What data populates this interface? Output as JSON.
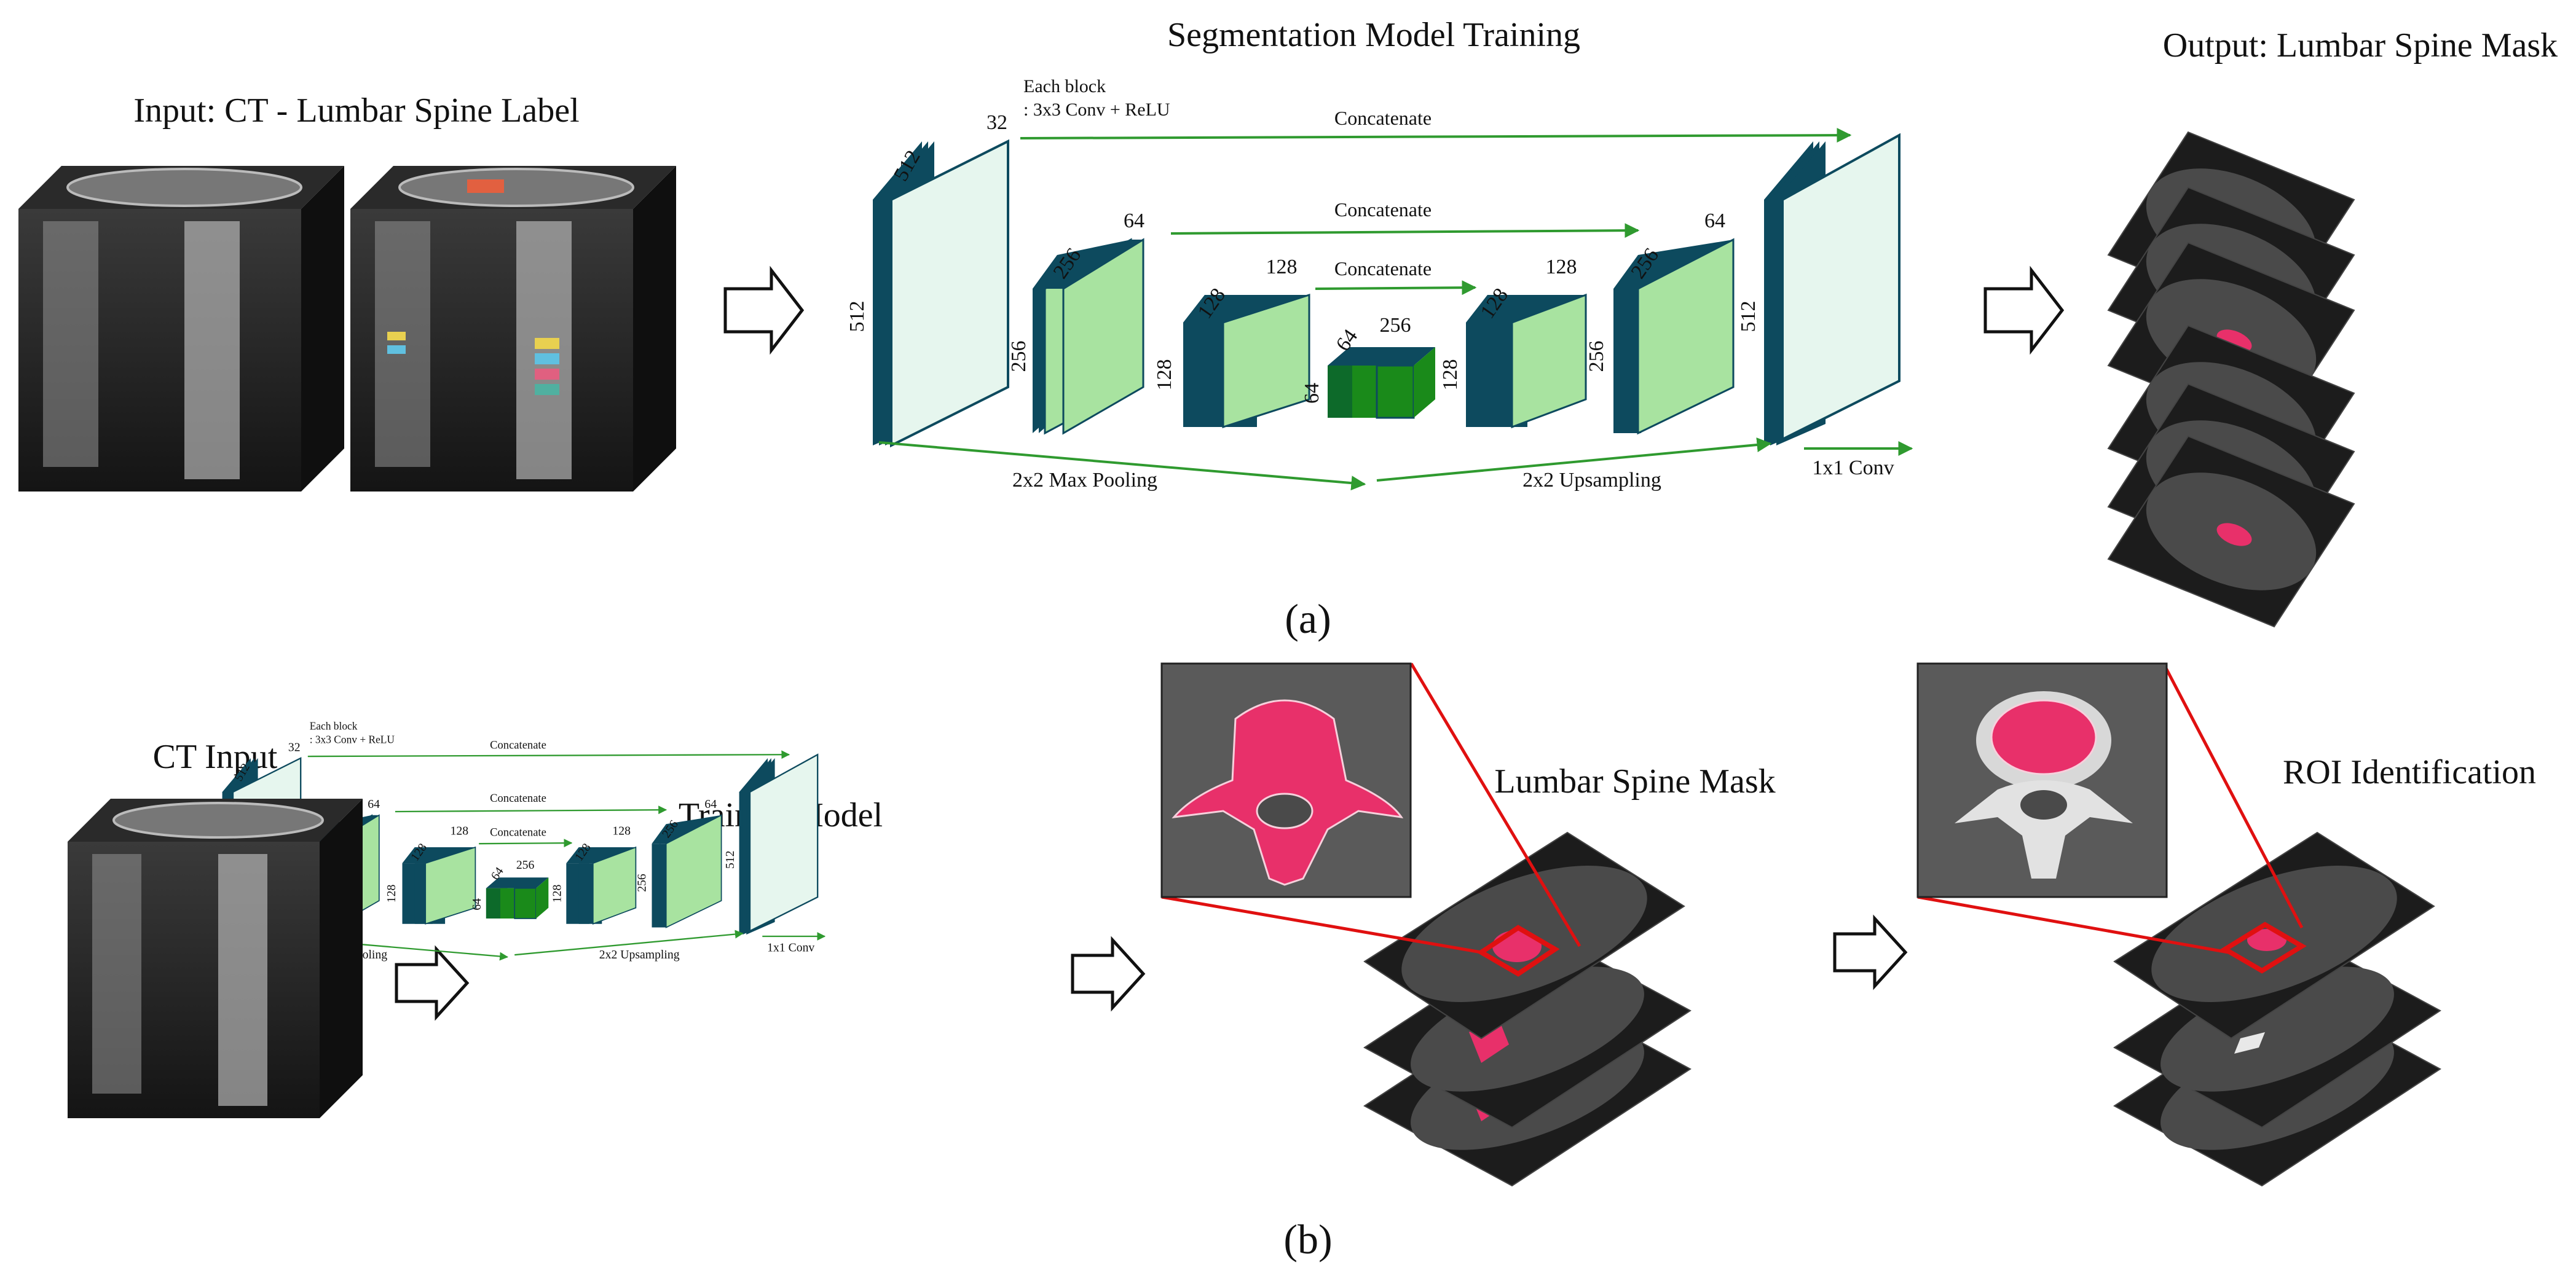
{
  "panel_a": {
    "caption": "(a)",
    "input_title": "Input: CT - Lumbar Spine Label",
    "training_title": "Segmentation Model Training",
    "output_title": "Output: Lumbar Spine Mask",
    "unet": {
      "block_note_line1": "Each block",
      "block_note_line2": ": 3x3 Conv + ReLU",
      "concat_label": "Concatenate",
      "pool_label": "2x2 Max Pooling",
      "upsample_label": "2x2 Upsampling",
      "conv1x1_label": "1x1 Conv",
      "enc1_size": "512",
      "enc1_side": "512",
      "enc1_ch": "32",
      "enc2_size": "256",
      "enc2_side": "256",
      "enc2_ch": "64",
      "enc3_size": "128",
      "enc3_side": "128",
      "enc3_ch": "128",
      "bot_size": "64",
      "bot_side": "64",
      "bot_ch": "256",
      "dec3_size": "128",
      "dec3_side": "128",
      "dec3_ch": "128",
      "dec2_size": "256",
      "dec2_side": "256",
      "dec2_ch": "64",
      "out_size": "512"
    }
  },
  "panel_b": {
    "caption": "(b)",
    "ct_input_title": "CT Input",
    "trained_title": "Trained Model",
    "mask_title": "Lumbar Spine Mask",
    "roi_title": "ROI Identification"
  },
  "colors": {
    "arch_dark": "#0d4a5e",
    "block_light": "#a8e3a0",
    "block_pale": "#e6f6ee",
    "bottleneck": "#1a8a1a",
    "arrow_green": "#2f9a2f",
    "mask_pink": "#e8306a",
    "roi_red": "#e01010"
  }
}
